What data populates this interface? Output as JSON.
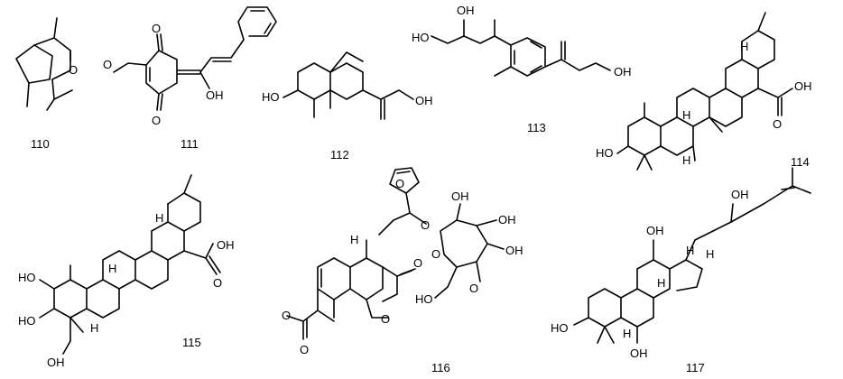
{
  "compounds": [
    {
      "id": "110",
      "label": "110",
      "atoms": [
        "O"
      ]
    },
    {
      "id": "111",
      "label": "111",
      "atoms": [
        "O",
        "O",
        "OH",
        "O"
      ]
    },
    {
      "id": "112",
      "label": "112",
      "atoms": [
        "HO",
        "OH"
      ]
    },
    {
      "id": "113",
      "label": "113",
      "atoms": [
        "HO",
        "OH",
        "OH"
      ]
    },
    {
      "id": "114",
      "label": "114",
      "atoms": [
        "HO",
        "OH",
        "O",
        "H",
        "H",
        "H"
      ]
    },
    {
      "id": "115",
      "label": "115",
      "atoms": [
        "HO",
        "HO",
        "OH",
        "OH",
        "O",
        "H",
        "H",
        "H"
      ]
    },
    {
      "id": "116",
      "label": "116",
      "atoms": [
        "O",
        "H",
        "O",
        "O",
        "O",
        "O",
        "OH",
        "OH",
        "OH",
        "HO",
        "O",
        "O",
        "O"
      ]
    },
    {
      "id": "117",
      "label": "117",
      "atoms": [
        "OH",
        "OH",
        "H",
        "H",
        "H",
        "HO",
        "OH",
        "H"
      ]
    }
  ]
}
